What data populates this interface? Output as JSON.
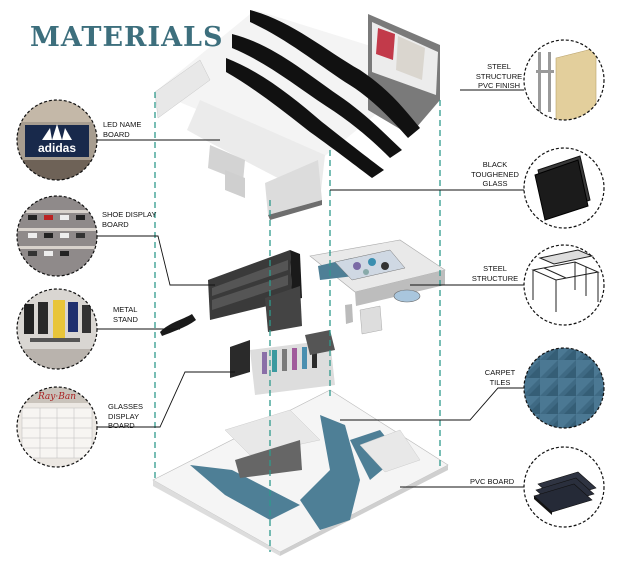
{
  "title": "MATERIALS",
  "colors": {
    "title": "#3d6f7d",
    "guide_dash": "#2f9a8d",
    "floor_blue": "#4e7f96",
    "floor_white": "#f2f2f2",
    "wall_grey": "#7a7a7a",
    "ceiling_black": "#111111",
    "leader": "#111111"
  },
  "labels": {
    "led_name_board": "LED NAME\nBOARD",
    "shoe_display_board": "SHOE DISPLAY\nBOARD",
    "metal_stand": "METAL\nSTAND",
    "glasses_display_board": "GLASSES\nDISPLAY\nBOARD",
    "steel_structure_pvc_finish": "STEEL\nSTRUCTURE\nPVC FINISH",
    "black_toughened_glass": "BLACK\nTOUGHENED\nGLASS",
    "steel_structure": "STEEL\nSTRUCTURE",
    "carpet_tiles": "CARPET\nTILES",
    "pvc_board": "PVC BOARD"
  },
  "photo_brand_text": "adidas",
  "icons": [
    "led-sign-photo",
    "shoe-wall-photo",
    "metal-stand-photo",
    "glasses-display-photo",
    "steel-pvc-panel-icon",
    "black-glass-icon",
    "steel-frame-icon",
    "carpet-tile-icon",
    "pvc-board-icon"
  ]
}
